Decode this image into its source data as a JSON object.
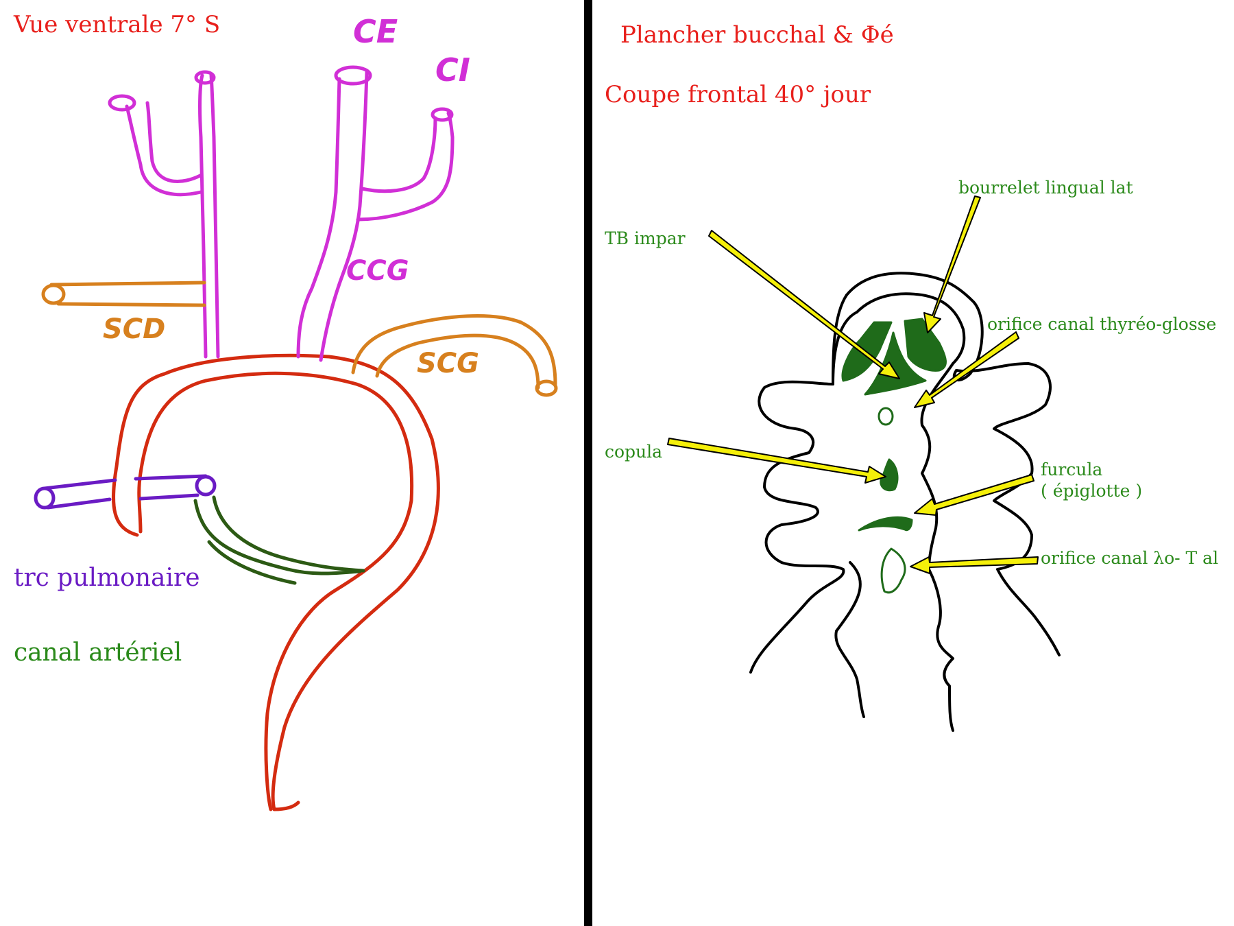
{
  "left_panel": {
    "title": "Vue ventrale 7° S",
    "vessel_labels": {
      "ce": "CE",
      "ci": "CI",
      "ccg": "CCG",
      "scd": "SCD",
      "scg": "SCG"
    },
    "legend": {
      "pulmonary_trunk": "trc pulmonaire",
      "ductus": "canal artériel"
    }
  },
  "right_panel": {
    "title": "Plancher bucchal & Φé",
    "subtitle": "Coupe frontal 40° jour",
    "annotations": {
      "bourrelet": "bourrelet lingual lat",
      "tb_impar": "TB impar",
      "orifice_thyreo": "orifice canal thyréo-glosse",
      "copula": "copula",
      "furcula_1": "furcula",
      "furcula_2": "( épiglotte )",
      "orifice_lt": "orifice canal λo- T al"
    }
  },
  "colors": {
    "title_red": "#e8201c",
    "aorta_red": "#d42b10",
    "carotid_magenta": "#d12fd6",
    "subclavian_orange": "#d7801e",
    "pulmonary_purple": "#6a1bc4",
    "ductus_green": "#2c5a14",
    "annotation_green": "#2b8a1b",
    "structure_dark_green": "#1f6b1a",
    "arrow_yellow": "#f5f00a",
    "divider_black": "#000000"
  }
}
